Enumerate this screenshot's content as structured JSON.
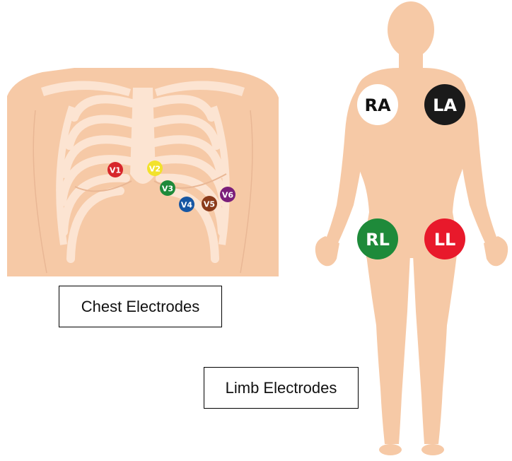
{
  "colors": {
    "skin": "#F6C9A6",
    "bone": "#FCE4D2",
    "bone_shadow": "#E9B795",
    "V1": "#D7262B",
    "V2": "#F2E22B",
    "V3": "#1E8A3A",
    "V4": "#1656A3",
    "V5": "#8A3A1A",
    "V6": "#7A1E7A",
    "RA": "#FFFFFF",
    "LA": "#1A1A1A",
    "RL": "#1E8A3A",
    "LL": "#E8192B"
  },
  "chest_electrodes": [
    {
      "id": "V1",
      "label": "V1",
      "color_key": "V1"
    },
    {
      "id": "V2",
      "label": "V2",
      "color_key": "V2"
    },
    {
      "id": "V3",
      "label": "V3",
      "color_key": "V3"
    },
    {
      "id": "V4",
      "label": "V4",
      "color_key": "V4"
    },
    {
      "id": "V5",
      "label": "V5",
      "color_key": "V5"
    },
    {
      "id": "V6",
      "label": "V6",
      "color_key": "V6"
    }
  ],
  "limb_electrodes": [
    {
      "id": "RA",
      "label": "RA",
      "color_key": "RA"
    },
    {
      "id": "LA",
      "label": "LA",
      "color_key": "LA"
    },
    {
      "id": "RL",
      "label": "RL",
      "color_key": "RL"
    },
    {
      "id": "LL",
      "label": "LL",
      "color_key": "LL"
    }
  ],
  "labels": {
    "chest": "Chest Electrodes",
    "limb": "Limb Electrodes"
  }
}
